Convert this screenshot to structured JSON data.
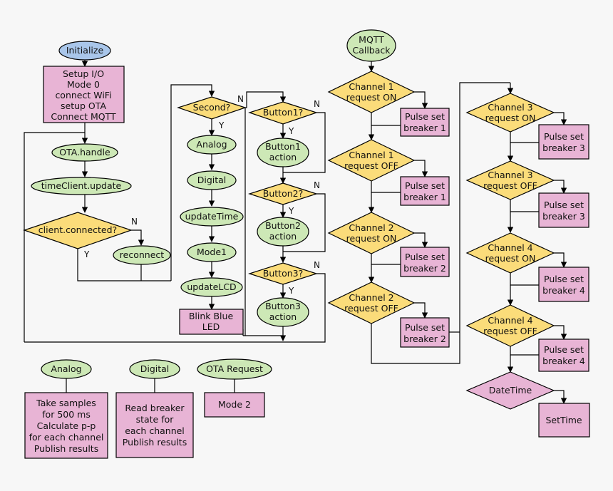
{
  "nodes": {
    "init": "Initialize",
    "setup": [
      "Setup I/O",
      "Mode 0",
      "connect WiFi",
      "setup OTA",
      "Connect MQTT"
    ],
    "ota_handle": "OTA.handle",
    "time_update": "timeClient.update",
    "client_connected": "client.connected?",
    "reconnect": "reconnect",
    "second": "Second?",
    "analog": "Analog",
    "digital": "Digital",
    "update_time": "updateTime",
    "mode1": "Mode1",
    "update_lcd": "updateLCD",
    "blink": [
      "Blink Blue",
      "LED"
    ],
    "button1": "Button1?",
    "button1_action": [
      "Button1",
      "action"
    ],
    "button2": "Button2?",
    "button2_action": [
      "Button2",
      "action"
    ],
    "button3": "Button3?",
    "button3_action": [
      "Button3",
      "action"
    ],
    "mqtt": [
      "MQTT",
      "Callback"
    ],
    "ch1_on": [
      "Channel 1",
      "request ON"
    ],
    "ch1_on_pulse": [
      "Pulse set",
      "breaker 1"
    ],
    "ch1_off": [
      "Channel 1",
      "request OFF"
    ],
    "ch1_off_pulse": [
      "Pulse set",
      "breaker 1"
    ],
    "ch2_on": [
      "Channel 2",
      "request ON"
    ],
    "ch2_on_pulse": [
      "Pulse set",
      "breaker 2"
    ],
    "ch2_off": [
      "Channel 2",
      "request OFF"
    ],
    "ch2_off_pulse": [
      "Pulse set",
      "breaker 2"
    ],
    "ch3_on": [
      "Channel 3",
      "request ON"
    ],
    "ch3_on_pulse": [
      "Pulse set",
      "breaker 3"
    ],
    "ch3_off": [
      "Channel 3",
      "request OFF"
    ],
    "ch3_off_pulse": [
      "Pulse set",
      "breaker 3"
    ],
    "ch4_on": [
      "Channel 4",
      "request ON"
    ],
    "ch4_on_pulse": [
      "Pulse set",
      "breaker 4"
    ],
    "ch4_off": [
      "Channel 4",
      "request OFF"
    ],
    "ch4_off_pulse": [
      "Pulse set",
      "breaker 4"
    ],
    "datetime": "DateTime",
    "settime": "SetTime",
    "analog_def": "Analog",
    "analog_body": [
      "Take samples",
      "for 500 ms",
      "Calculate p-p",
      "for each channel",
      "Publish results"
    ],
    "digital_def": "Digital",
    "digital_body": [
      "Read breaker",
      "state for",
      "each channel",
      "Publish results"
    ],
    "ota_request": "OTA Request",
    "mode2": "Mode 2"
  },
  "branch_labels": {
    "yes": "Y",
    "no": "N"
  },
  "colors": {
    "start": "#a9c6ea",
    "process_oval": "#cde8b6",
    "action_box": "#e8b4d5",
    "decision": "#fbdc7a",
    "background": "#f7f7f7"
  }
}
